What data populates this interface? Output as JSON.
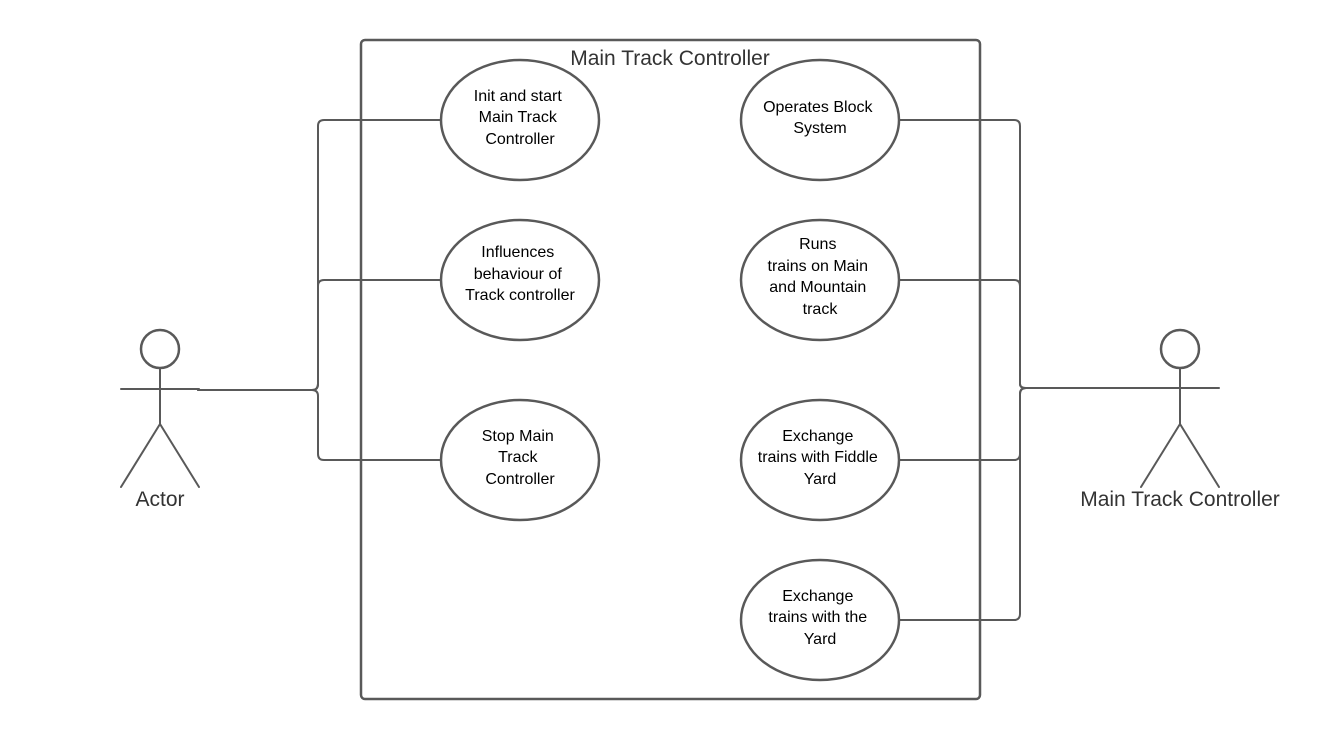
{
  "system": {
    "title": "Main Track Controller"
  },
  "actors": {
    "left": {
      "label": "Actor"
    },
    "right": {
      "label": "Main Track Controller"
    }
  },
  "use_cases": {
    "init_start": {
      "lines": [
        "Init and start",
        "Main Track",
        "Controller"
      ]
    },
    "influences": {
      "lines": [
        "Influences",
        "behaviour of",
        "Track controller"
      ]
    },
    "stop": {
      "lines": [
        "Stop Main",
        "Track",
        "Controller"
      ]
    },
    "operates_block": {
      "lines": [
        "Operates Block",
        "System"
      ]
    },
    "runs_trains": {
      "lines": [
        "Runs",
        "trains on Main",
        "and Mountain",
        "track"
      ]
    },
    "exchange_fiddle": {
      "lines": [
        "Exchange",
        "trains with Fiddle",
        "Yard"
      ]
    },
    "exchange_yard": {
      "lines": [
        "Exchange",
        "trains with the",
        "Yard"
      ]
    }
  },
  "colors": {
    "stroke": "#595959",
    "text": "#000000",
    "label": "#333333"
  }
}
